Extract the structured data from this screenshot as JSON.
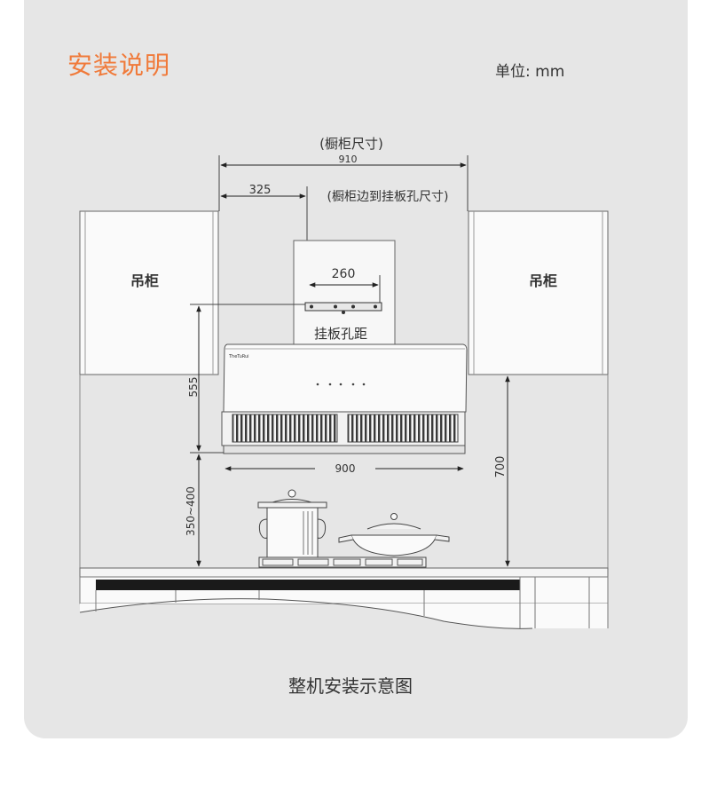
{
  "header": {
    "title": "安装说明",
    "unit_label": "单位: mm"
  },
  "diagram": {
    "cabinet_size_label": "(橱柜尺寸)",
    "cabinet_width": "910",
    "edge_to_hole_value": "325",
    "edge_to_hole_label": "(橱柜边到挂板孔尺寸)",
    "hole_spacing_value": "260",
    "hanging_plate_label": "挂板孔距",
    "left_cabinet_label": "吊柜",
    "right_cabinet_label": "吊柜",
    "height_to_bracket": "555",
    "hood_width": "900",
    "hood_to_stove_height": "350~400",
    "cabinet_to_counter_height": "700",
    "hood_brand": "TheTuRui"
  },
  "caption": "整机安装示意图"
}
